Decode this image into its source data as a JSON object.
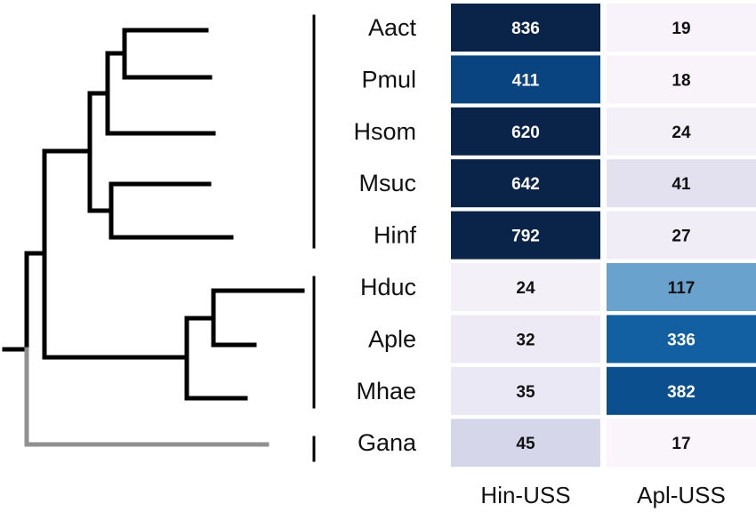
{
  "taxa": [
    "Aact",
    "Pmul",
    "Hsom",
    "Msuc",
    "Hinf",
    "Hduc",
    "Aple",
    "Mhae",
    "Gana"
  ],
  "columns": [
    "Hin-USS",
    "Apl-USS"
  ],
  "values": [
    [
      836,
      19
    ],
    [
      411,
      18
    ],
    [
      620,
      24
    ],
    [
      642,
      41
    ],
    [
      792,
      27
    ],
    [
      24,
      117
    ],
    [
      32,
      336
    ],
    [
      35,
      382
    ],
    [
      45,
      17
    ]
  ],
  "colors": {
    "tree": "#000000",
    "outgroup_branch": "#909090",
    "dark_text": "#111111",
    "light_text": "#ffffff"
  }
}
